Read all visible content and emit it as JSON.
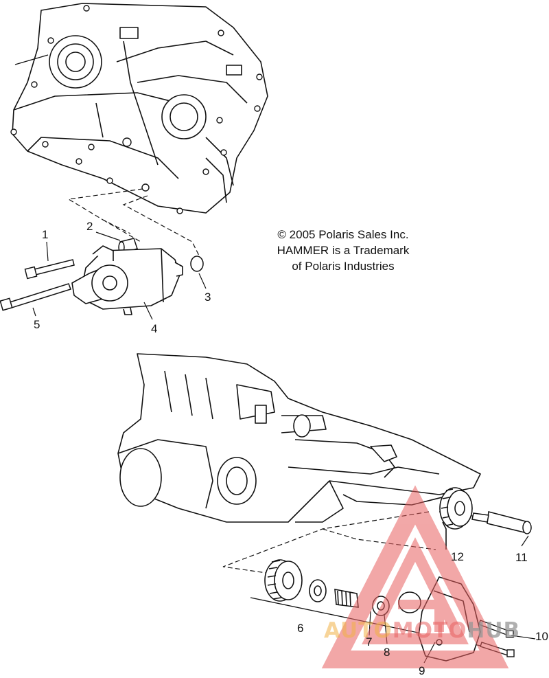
{
  "copyright": {
    "line1": "© 2005 Polaris Sales Inc.",
    "line2": "HAMMER is a Trademark",
    "line3": "of Polaris Industries"
  },
  "callouts": [
    "1",
    "2",
    "3",
    "4",
    "5",
    "6",
    "7",
    "8",
    "9",
    "10",
    "11",
    "12"
  ],
  "watermark": {
    "part1": "AUTO",
    "part2": "MOTO",
    "part3": "HUB"
  },
  "colors": {
    "ink": "#111111",
    "watermark_red": "#e86060",
    "watermark_orange": "#f0b046",
    "watermark_gray": "#969696"
  }
}
